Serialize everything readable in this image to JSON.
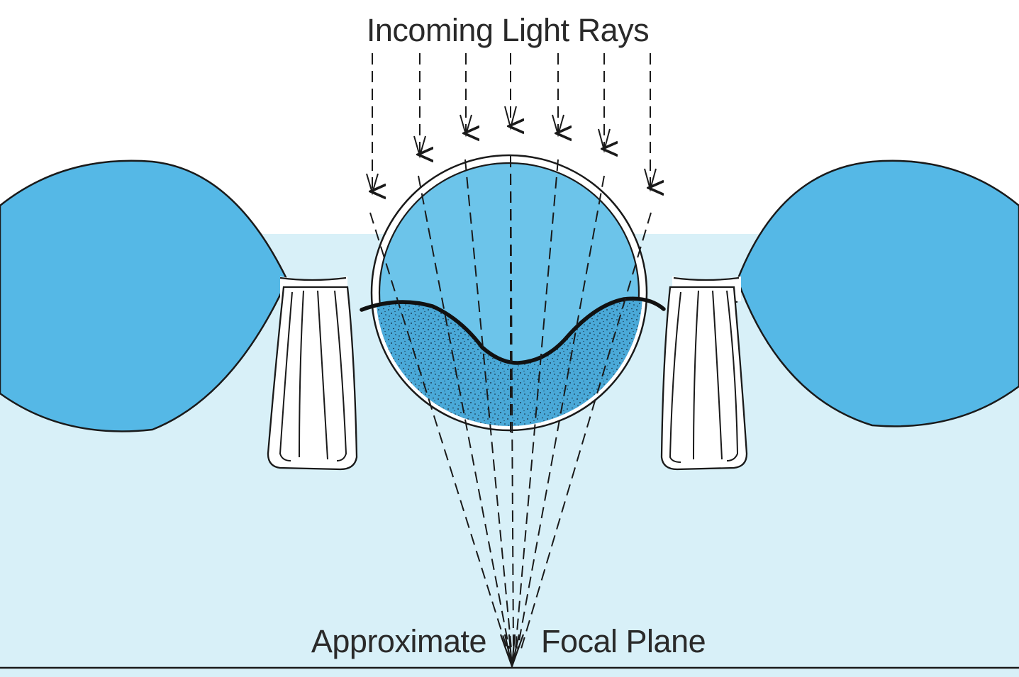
{
  "diagram": {
    "top_label": "Incoming Light Rays",
    "bottom_label_left": "Approximate",
    "bottom_label_right": "Focal Plane",
    "colors": {
      "background_top": "#ffffff",
      "background_fill": "#d8f0f8",
      "cell_blue": "#55b8e6",
      "lens_blue": "#6cc4ea",
      "crystal_cone_blue": "#4aa9d8",
      "outline": "#1a1a1a",
      "wall_white": "#ffffff"
    },
    "icons": {
      "ray_arrow": "arrow-down-icon"
    }
  }
}
